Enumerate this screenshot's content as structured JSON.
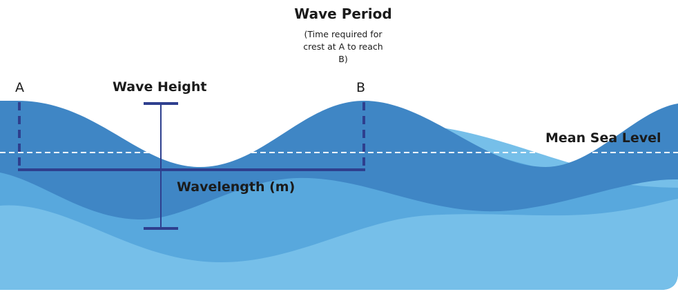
{
  "title": "Wave Period",
  "subtitle": "(Time required for crest at A to reach B)",
  "labels": {
    "point_a": "A",
    "point_b": "B",
    "wave_height": "Wave Height",
    "mean_sea_level": "Mean Sea Level",
    "wavelength": "Wavelength (m)"
  },
  "colors": {
    "background": "#ffffff",
    "wave_light": "#76bfe9",
    "wave_mid": "#58a8dd",
    "wave_dark": "#3f86c5",
    "marker_lines": "#2e3f8e",
    "mean_sea_level_line": "#ffffff"
  }
}
